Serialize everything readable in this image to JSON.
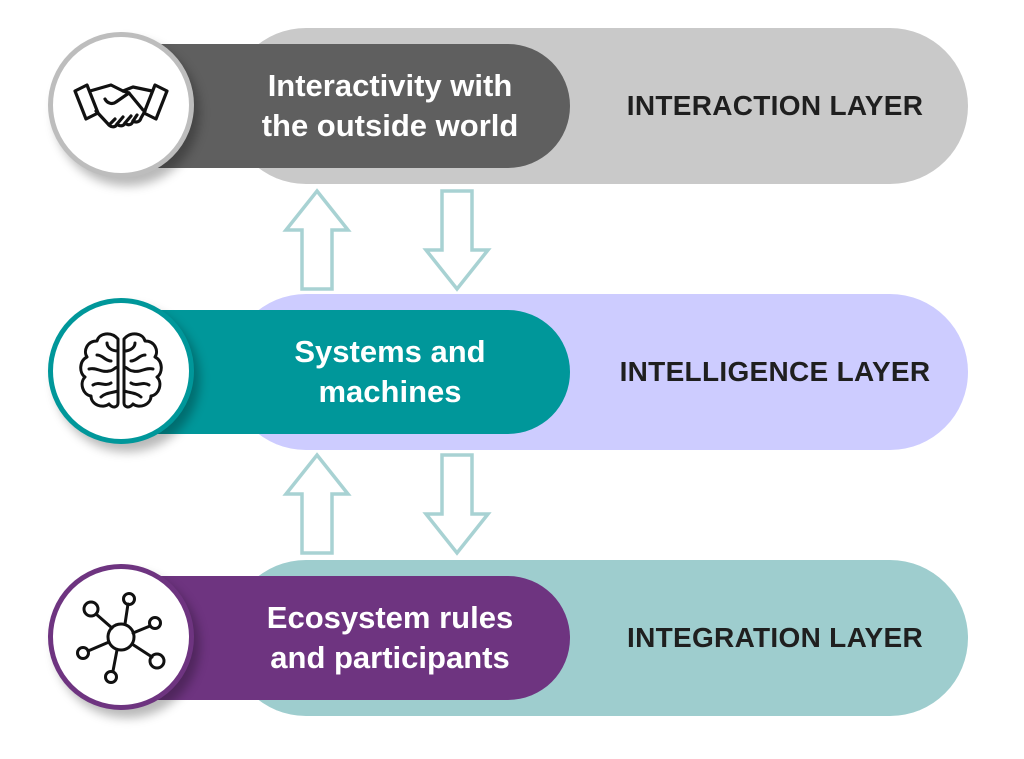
{
  "layers": [
    {
      "description": "Interactivity with\nthe outside world",
      "name": "INTERACTION LAYER",
      "icon": "handshake-icon",
      "colors": {
        "outer": "#c9c9c9",
        "inner": "#5f5f5f",
        "ring": "#bdbdbd"
      }
    },
    {
      "description": "Systems and\nmachines",
      "name": "INTELLIGENCE LAYER",
      "icon": "brain-icon",
      "colors": {
        "outer": "#cdccff",
        "inner": "#00979a",
        "ring": "#00979a"
      }
    },
    {
      "description": "Ecosystem rules\nand participants",
      "name": "INTEGRATION LAYER",
      "icon": "network-icon",
      "colors": {
        "outer": "#9ecdce",
        "inner": "#6e3480",
        "ring": "#6e3480"
      }
    }
  ],
  "arrow_color": "#a8d2d3"
}
